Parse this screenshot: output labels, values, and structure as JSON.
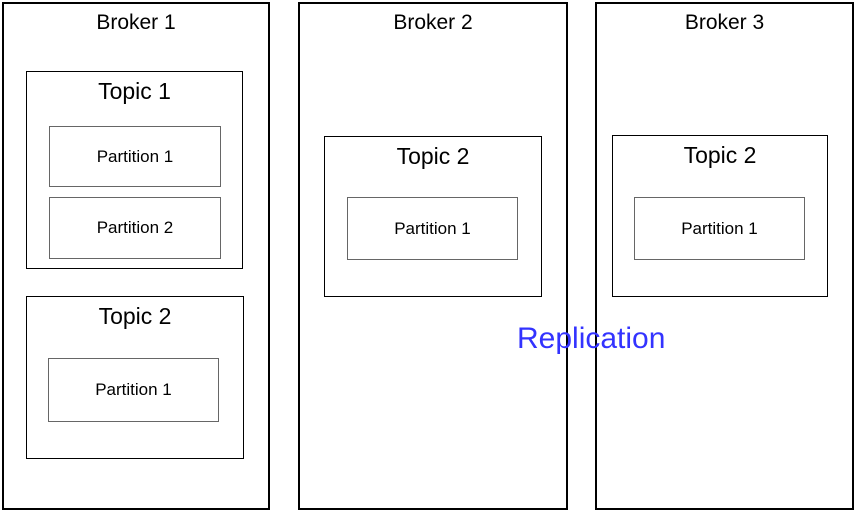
{
  "diagram_type": "kafka-broker-topology",
  "replication": {
    "label": "Replication",
    "color": "#3333FF"
  },
  "colors": {
    "broker_border": "#000000",
    "topic_border": "#000000",
    "partition_border": "#666666",
    "background": "#FFFFFF",
    "text": "#000000"
  },
  "brokers": [
    {
      "label": "Broker 1",
      "topics": [
        {
          "label": "Topic 1",
          "partitions": [
            "Partition 1",
            "Partition 2"
          ]
        },
        {
          "label": "Topic 2",
          "partitions": [
            "Partition 1"
          ]
        }
      ]
    },
    {
      "label": "Broker 2",
      "topics": [
        {
          "label": "Topic 2",
          "partitions": [
            "Partition 1"
          ]
        }
      ]
    },
    {
      "label": "Broker 3",
      "topics": [
        {
          "label": "Topic 2",
          "partitions": [
            "Partition 1"
          ]
        }
      ]
    }
  ]
}
